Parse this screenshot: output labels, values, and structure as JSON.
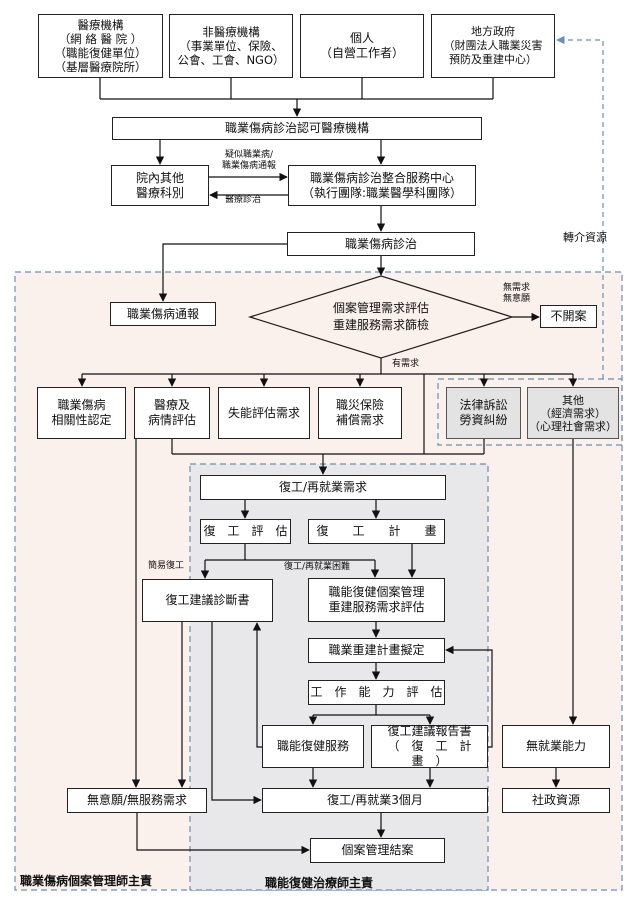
{
  "nodes": {
    "medical_institution": "醫療機構\n（網 絡 醫 院 ）\n（職能復健單位）\n（基層醫療院所）",
    "non_medical": "非醫療機構\n（事業單位、保險、\n公會、工會、NGO）",
    "individual": "個人\n（自營工作者）",
    "local_gov": "地方政府\n（財團法人職業災害\n預防及重建中心）",
    "certified_hospital": "職業傷病診治認可醫療機構",
    "other_depts": "院內其他\n醫療科別",
    "integrated_center": "職業傷病診治整合服務中心\n（執行團隊:職業醫學科團隊）",
    "diagnosis": "職業傷病診治",
    "report": "職業傷病通報",
    "needs_assessment": "個案管理需求評估\n重建服務需求篩檢",
    "not_opened": "不開案",
    "causality": "職業傷病\n相關性認定",
    "medical_eval": "醫療及\n病情評估",
    "disability_eval": "失能評估需求",
    "insurance": "職災保險\n補償需求",
    "legal": "法律訴訟\n勞資糾紛",
    "other": "其他\n（經濟需求）\n（心理社會需求）",
    "rtw_needs": "復工/再就業需求",
    "rtw_assessment": "復　工　評　估",
    "rtw_plan": "復　　工　　計　　畫",
    "rtw_advice": "復工建議診斷書",
    "functional_rehab_eval": "職能復健個案管理\n重建服務需求評估",
    "vocational_plan": "職業重建計畫擬定",
    "work_capacity": "工　作　能　力　評　估",
    "rehab_service": "職能復健服務",
    "rtw_report": "復工建議報告書\n（　復　工　計　畫　）",
    "no_employ": "無就業能力",
    "no_will": "無意願/無服務需求",
    "rtw_3m": "復工/再就業3個月",
    "social_resource": "社政資源",
    "case_closed": "個案管理結案"
  },
  "edge_labels": {
    "suspected": "疑似職業病/\n職業傷病通報",
    "medical_diagnosis": "醫療診治",
    "referral": "轉介資源",
    "no_need": "無需求\n無意願",
    "has_need": "有需求",
    "simple_rtw": "簡易復工",
    "rtw_difficulty": "復工/再就業困難"
  },
  "zones": {
    "case_manager": "職業傷病個案管理師主責",
    "ot": "職能復健治療師主責"
  },
  "colors": {
    "outer_zone_fill": "#fbf1ec",
    "inner_zone_fill": "#e8e8ea",
    "zone_border": "#6a8fb6",
    "gray_box_fill": "#e3e3e3"
  }
}
